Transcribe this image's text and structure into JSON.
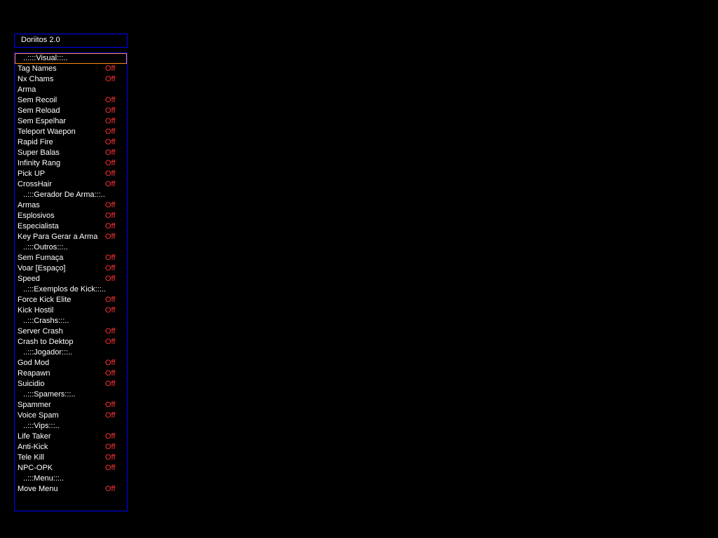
{
  "title": "Doriitos 2.0",
  "colors": {
    "border": "#0000ff",
    "selection": "#ff8c1a",
    "text": "#ffffff",
    "state": "#ff3333",
    "background": "#000000"
  },
  "items": [
    {
      "label": "..::::Visual:::..",
      "state": "",
      "type": "section",
      "selected": true
    },
    {
      "label": "Tag Names",
      "state": "Off",
      "type": "option"
    },
    {
      "label": "Nx Chams",
      "state": "Off",
      "type": "option"
    },
    {
      "label": "Arma",
      "state": "",
      "type": "option"
    },
    {
      "label": "Sem Recoil",
      "state": "Off",
      "type": "option"
    },
    {
      "label": "Sem Reload",
      "state": "Off",
      "type": "option"
    },
    {
      "label": "Sem Espelhar",
      "state": "Off",
      "type": "option"
    },
    {
      "label": "Teleport Waepon",
      "state": "Off",
      "type": "option"
    },
    {
      "label": "Rapid Fire",
      "state": "Off",
      "type": "option"
    },
    {
      "label": "Super Balas",
      "state": "Off",
      "type": "option"
    },
    {
      "label": "Infinity Rang",
      "state": "Off",
      "type": "option"
    },
    {
      "label": "Pick UP",
      "state": "Off",
      "type": "option"
    },
    {
      "label": "CrossHair",
      "state": "Off",
      "type": "option"
    },
    {
      "label": "..:::Gerador De Arma:::..",
      "state": "",
      "type": "section"
    },
    {
      "label": "Armas",
      "state": "Off",
      "type": "option"
    },
    {
      "label": "Esplosivos",
      "state": "Off",
      "type": "option"
    },
    {
      "label": "Especialista",
      "state": "Off",
      "type": "option"
    },
    {
      "label": "Key Para Gerar a Arma",
      "state": "Off",
      "type": "option"
    },
    {
      "label": "..:::Outros:::..",
      "state": "",
      "type": "section"
    },
    {
      "label": "Sem Fumaça",
      "state": "Off",
      "type": "option"
    },
    {
      "label": "Voar [Espaço]",
      "state": "Off",
      "type": "option"
    },
    {
      "label": "Speed",
      "state": "Off",
      "type": "option"
    },
    {
      "label": "..:::Exemplos de Kick:::..",
      "state": "",
      "type": "section"
    },
    {
      "label": "Force Kick Elite",
      "state": "Off",
      "type": "option"
    },
    {
      "label": "Kick Hostil",
      "state": "Off",
      "type": "option"
    },
    {
      "label": "..:::Crashs:::..",
      "state": "",
      "type": "section"
    },
    {
      "label": "Server Crash",
      "state": "Off",
      "type": "option"
    },
    {
      "label": "Crash to Dektop",
      "state": "Off",
      "type": "option"
    },
    {
      "label": "..:::Jogador:::..",
      "state": "",
      "type": "section"
    },
    {
      "label": "God Mod",
      "state": "Off",
      "type": "option"
    },
    {
      "label": "Reapawn",
      "state": "Off",
      "type": "option"
    },
    {
      "label": "Suicidio",
      "state": "Off",
      "type": "option"
    },
    {
      "label": "..:::Spamers:::..",
      "state": "",
      "type": "section"
    },
    {
      "label": "Spammer",
      "state": "Off",
      "type": "option"
    },
    {
      "label": "Voice Spam",
      "state": "Off",
      "type": "option"
    },
    {
      "label": "..:::Vips:::..",
      "state": "",
      "type": "section"
    },
    {
      "label": "Life Taker",
      "state": "Off",
      "type": "option"
    },
    {
      "label": "Anti-Kick",
      "state": "Off",
      "type": "option"
    },
    {
      "label": "Tele Kill",
      "state": "Off",
      "type": "option"
    },
    {
      "label": "NPC-OPK",
      "state": "Off",
      "type": "option"
    },
    {
      "label": "..:::Menu:::..",
      "state": "",
      "type": "section"
    },
    {
      "label": "Move Menu",
      "state": "Off",
      "type": "option"
    }
  ]
}
